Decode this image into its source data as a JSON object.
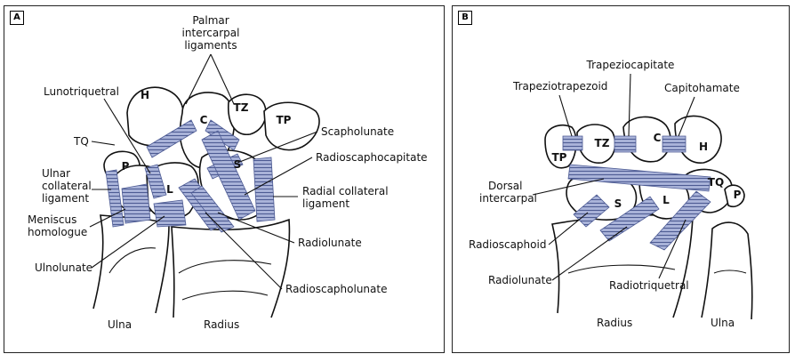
{
  "panels": {
    "a": {
      "tag": "A",
      "palmar_line1": "Palmar",
      "palmar_line2": "intercarpal",
      "palmar_line3": "ligaments",
      "lunotriquetral": "Lunotriquetral",
      "tq": "TQ",
      "ulnar_line1": "Ulnar",
      "ulnar_line2": "collateral",
      "ulnar_line3": "ligament",
      "meniscus_line1": "Meniscus",
      "meniscus_line2": "homologue",
      "ulnolunate": "Ulnolunate",
      "scapholunate": "Scapholunate",
      "radioscaphocapitate": "Radioscaphocapitate",
      "radial_line1": "Radial collateral",
      "radial_line2": "ligament",
      "radiolunate": "Radiolunate",
      "radioscapholunate": "Radioscapholunate",
      "ulna": "Ulna",
      "radius": "Radius",
      "bone_h": "H",
      "bone_c": "C",
      "bone_tz": "TZ",
      "bone_tp": "TP",
      "bone_p": "P",
      "bone_s": "S",
      "bone_l": "L"
    },
    "b": {
      "tag": "B",
      "trapeziocapitate": "Trapeziocapitate",
      "trapeziotrapezoid": "Trapeziotrapezoid",
      "capitohamate": "Capitohamate",
      "dorsal_line1": "Dorsal",
      "dorsal_line2": "intercarpal",
      "radioscaphoid": "Radioscaphoid",
      "radiolunate": "Radiolunate",
      "radiotriquetral": "Radiotriquetral",
      "radius": "Radius",
      "ulna": "Ulna",
      "bone_tp": "TP",
      "bone_tz": "TZ",
      "bone_c": "C",
      "bone_h": "H",
      "bone_tq": "TQ",
      "bone_p": "P",
      "bone_s": "S",
      "bone_l": "L"
    }
  },
  "colors": {
    "ligament": "#8f9cc8",
    "ligament_stroke": "#4b5a92",
    "bone_stroke": "#111111"
  }
}
